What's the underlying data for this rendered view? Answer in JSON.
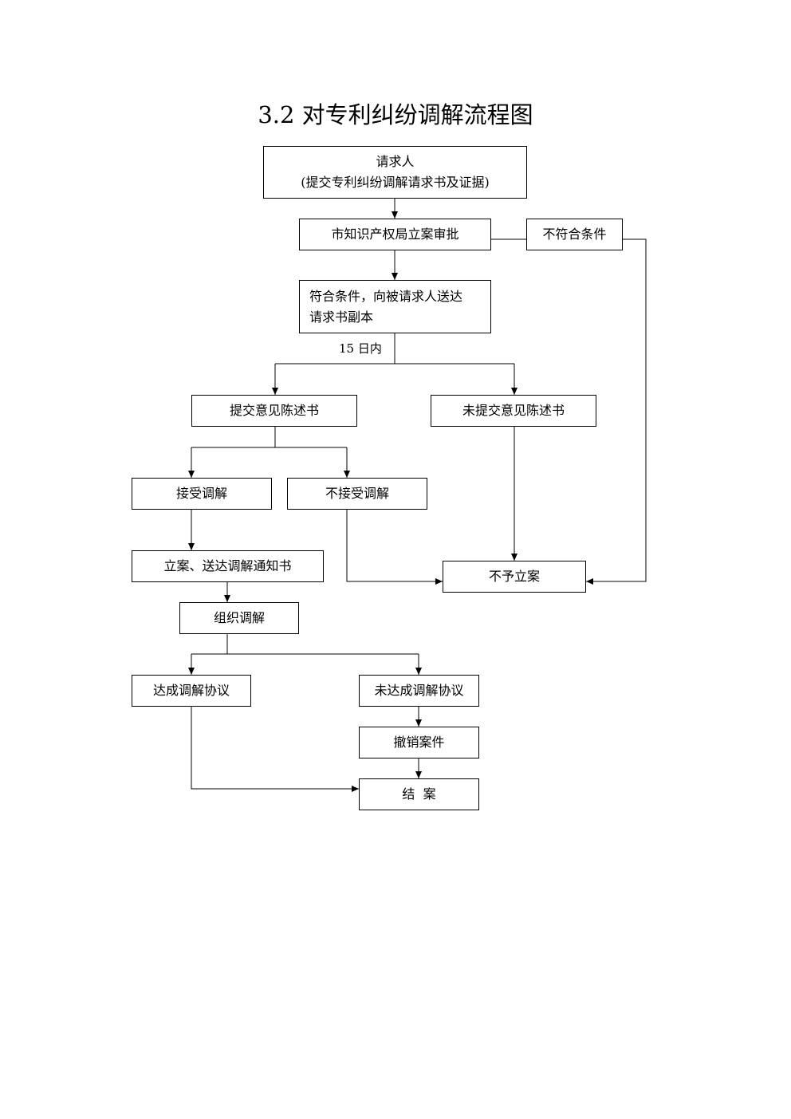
{
  "title": "3.2 对专利纠纷调解流程图",
  "nodes": {
    "requester_line1": "请求人",
    "requester_line2": "(提交专利纠纷调解请求书及证据)",
    "approval": "市知识产权局立案审批",
    "not_qualified": "不符合条件",
    "qualified_line1": "符合条件，向被请求人送达",
    "qualified_line2": "请求书副本",
    "submit_statement": "提交意见陈述书",
    "no_statement": "未提交意见陈述书",
    "accept_mediation": "接受调解",
    "reject_mediation": "不接受调解",
    "not_filed": "不予立案",
    "file_notify": "立案、送达调解通知书",
    "organize": "组织调解",
    "agreement": "达成调解协议",
    "no_agreement": "未达成调解协议",
    "withdraw": "撤销案件",
    "close": "结  案"
  },
  "labels": {
    "within_15_days": "15 日内"
  }
}
